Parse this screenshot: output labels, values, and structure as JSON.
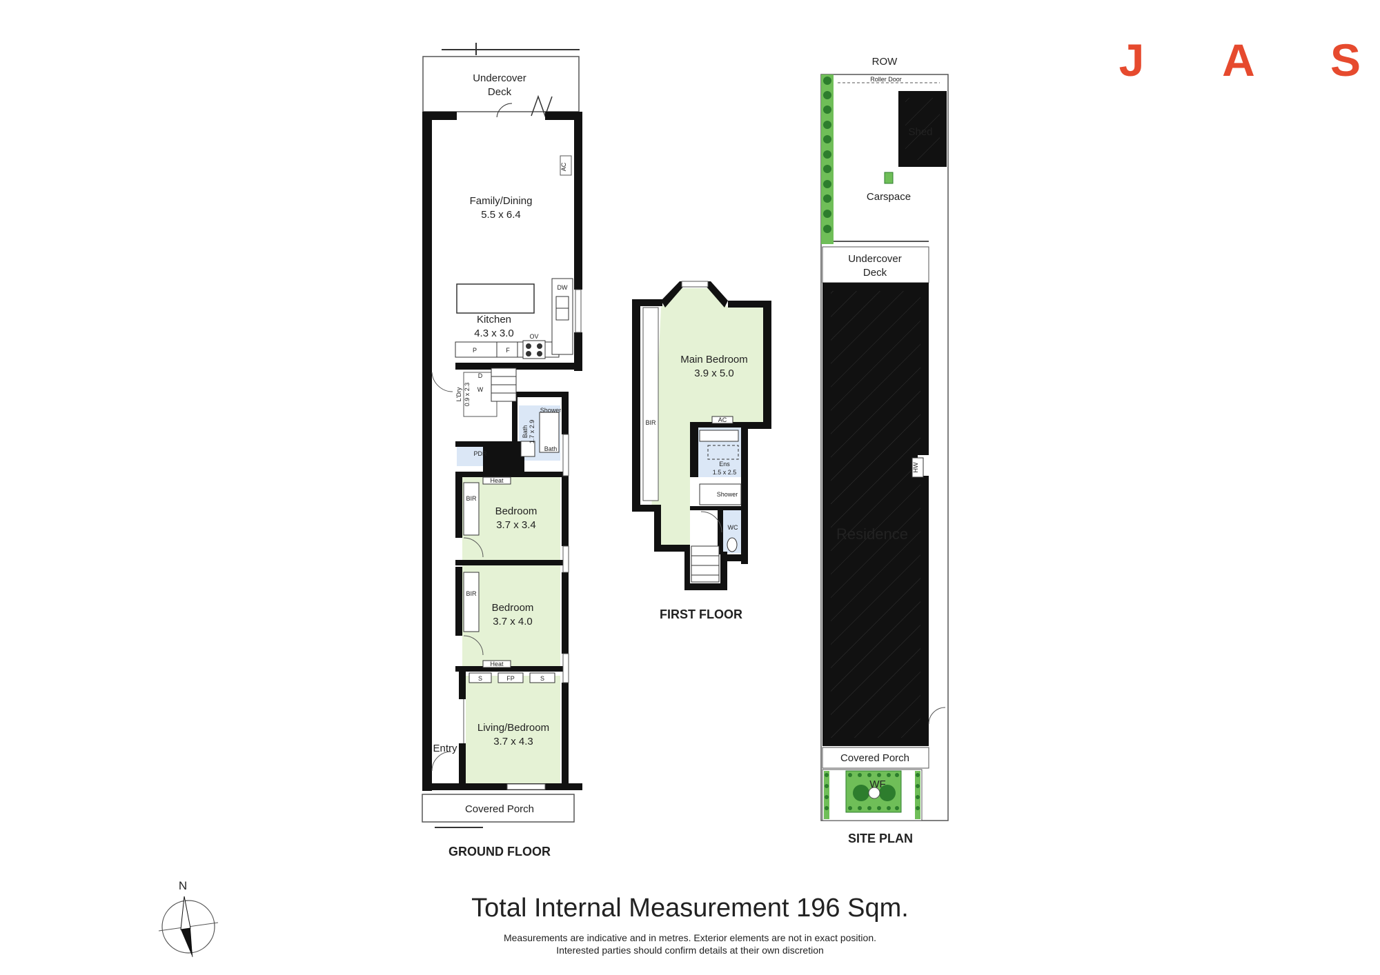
{
  "brand": {
    "logo_letters": [
      "J",
      "A",
      "S"
    ],
    "logo_color": "#e64a2e"
  },
  "sections": {
    "ground_floor": "GROUND FLOOR",
    "first_floor": "FIRST FLOOR",
    "site_plan": "SITE PLAN"
  },
  "ground_floor": {
    "undercover_deck_line1": "Undercover",
    "undercover_deck_line2": "Deck",
    "family_dining": "Family/Dining",
    "family_dining_size": "5.5 x 6.4",
    "kitchen": "Kitchen",
    "kitchen_size": "4.3 x 3.0",
    "bedroom_1": "Bedroom",
    "bedroom_1_size": "3.7 x 3.4",
    "bedroom_2": "Bedroom",
    "bedroom_2_size": "3.7 x 4.0",
    "living_bedroom": "Living/Bedroom",
    "living_bedroom_size": "3.7 x 4.3",
    "entry": "Entry",
    "covered_porch": "Covered Porch",
    "ldry": "L'Dry",
    "ldry_size": "0.9 x 2.3",
    "bath": "Bath",
    "bath_size": "1.7 x 2.9",
    "shower": "Shower",
    "bath_tub": "Bath",
    "pdr": "PDR",
    "heat_1": "Heat",
    "heat_2": "Heat",
    "bir_1": "BIR",
    "bir_2": "BIR",
    "ac": "AC",
    "dw": "DW",
    "ov": "OV",
    "p": "P",
    "f": "F",
    "d": "D",
    "w": "W",
    "s_left": "S",
    "fp": "FP",
    "s_right": "S"
  },
  "first_floor": {
    "main_bedroom": "Main Bedroom",
    "main_bedroom_size": "3.9 x 5.0",
    "ac": "AC",
    "bir": "BIR",
    "ens": "Ens",
    "ens_size": "1.5 x 2.5",
    "shower": "Shower",
    "wc": "WC"
  },
  "site_plan": {
    "row": "ROW",
    "roller_door": "Roller Door",
    "shed": "Shed",
    "carspace": "Carspace",
    "undercover_deck_line1": "Undercover",
    "undercover_deck_line2": "Deck",
    "residence": "Residence",
    "covered_porch": "Covered Porch",
    "wf": "WF",
    "hw": "HW"
  },
  "compass": {
    "north": "N"
  },
  "footer": {
    "total": "Total Internal Measurement 196 Sqm.",
    "note_1": "Measurements are indicative and in metres. Exterior elements are not in exact position.",
    "note_2": "Interested parties should confirm details at their own discretion"
  },
  "colors": {
    "room_fill": "#e5f2d5",
    "wet_fill": "#dbe7f6",
    "wall": "#111111",
    "hedge": "#6fbe58",
    "hedge_dot": "#2d7d2d"
  }
}
